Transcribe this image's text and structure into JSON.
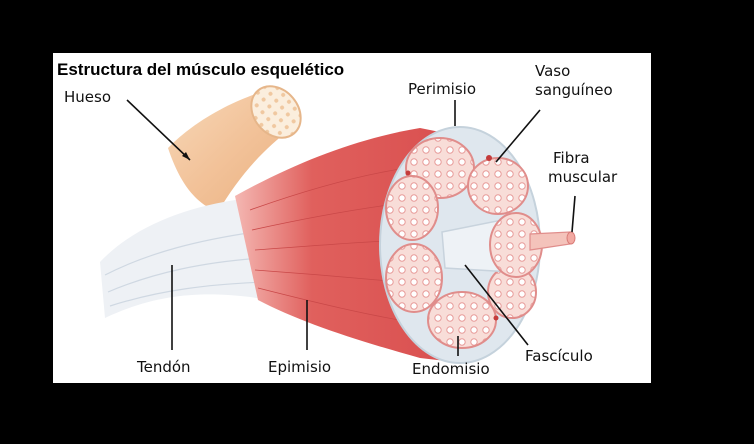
{
  "title": "Estructura del músculo esquelético",
  "labels": {
    "hueso": "Hueso",
    "perimisio": "Perimisio",
    "vaso_line1": "Vaso",
    "vaso_line2": "sanguíneo",
    "fibra_line1": "Fibra",
    "fibra_line2": "muscular",
    "tendon": "Tendón",
    "epimisio": "Epimisio",
    "endomisio": "Endomisio",
    "fasciculo": "Fascículo"
  },
  "colors": {
    "background": "#000000",
    "panel": "#ffffff",
    "bone": "#f3c9a2",
    "tendon": "#eef1f5",
    "muscle": "#e86a6a",
    "fascicle_fill": "#f6d6d2",
    "sheath": "#dfe7ee"
  }
}
